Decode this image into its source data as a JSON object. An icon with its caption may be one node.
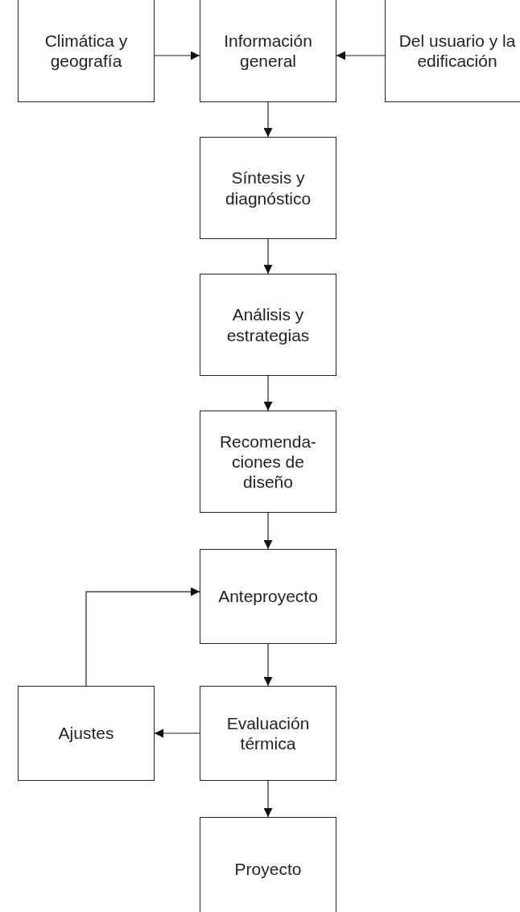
{
  "diagram": {
    "nodes": [
      {
        "text": [
          "Climática y geografía"
        ]
      },
      {
        "text": [
          "Información general"
        ]
      },
      {
        "text": [
          "Del usuario y la edificación"
        ]
      },
      {
        "text": [
          "Síntesis y diagnóstico"
        ]
      },
      {
        "text": [
          "Análisis y estrategias"
        ]
      },
      {
        "text": [
          "Recomenda- ciones de diseño"
        ]
      },
      {
        "text": [
          "Anteproyecto"
        ]
      },
      {
        "text": [
          "Evaluación térmica"
        ]
      },
      {
        "text": [
          "Ajustes"
        ]
      },
      {
        "text": [
          "Proyecto"
        ]
      }
    ],
    "edges": [
      {
        "from": 0,
        "to": 1,
        "arrow": "to"
      },
      {
        "from": 2,
        "to": 1,
        "arrow": "to"
      },
      {
        "from": 1,
        "to": 3,
        "arrow": "to"
      },
      {
        "from": 3,
        "to": 4,
        "arrow": "to"
      },
      {
        "from": 4,
        "to": 5,
        "arrow": "to"
      },
      {
        "from": 5,
        "to": 6,
        "arrow": "to"
      },
      {
        "from": 6,
        "to": 7,
        "arrow": "to"
      },
      {
        "from": 7,
        "to": 8,
        "arrow": "to"
      },
      {
        "from": 8,
        "to": 6,
        "arrow": "to"
      },
      {
        "from": 7,
        "to": 9,
        "arrow": "to"
      }
    ]
  }
}
